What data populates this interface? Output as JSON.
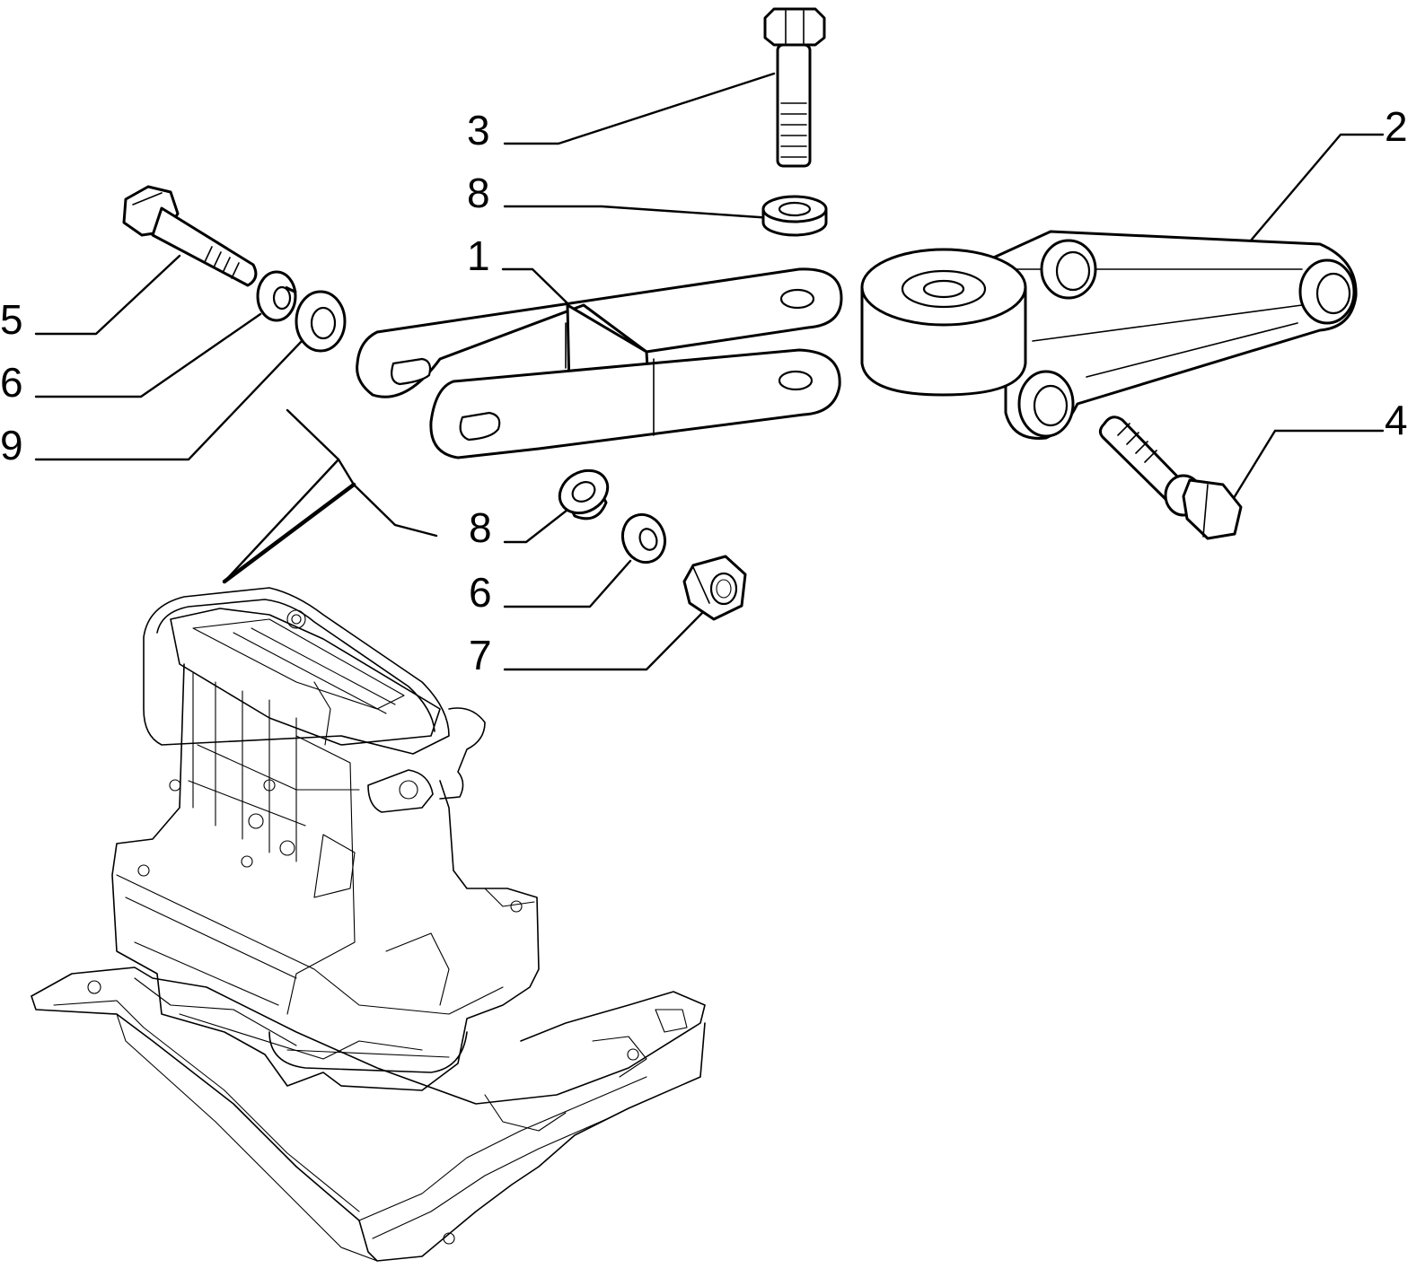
{
  "callouts": {
    "c1": "1",
    "c2": "2",
    "c3": "3",
    "c4": "4",
    "c5": "5",
    "c6_upper": "6",
    "c6_lower": "6",
    "c7": "7",
    "c8_upper": "8",
    "c8_lower": "8",
    "c9": "9"
  }
}
